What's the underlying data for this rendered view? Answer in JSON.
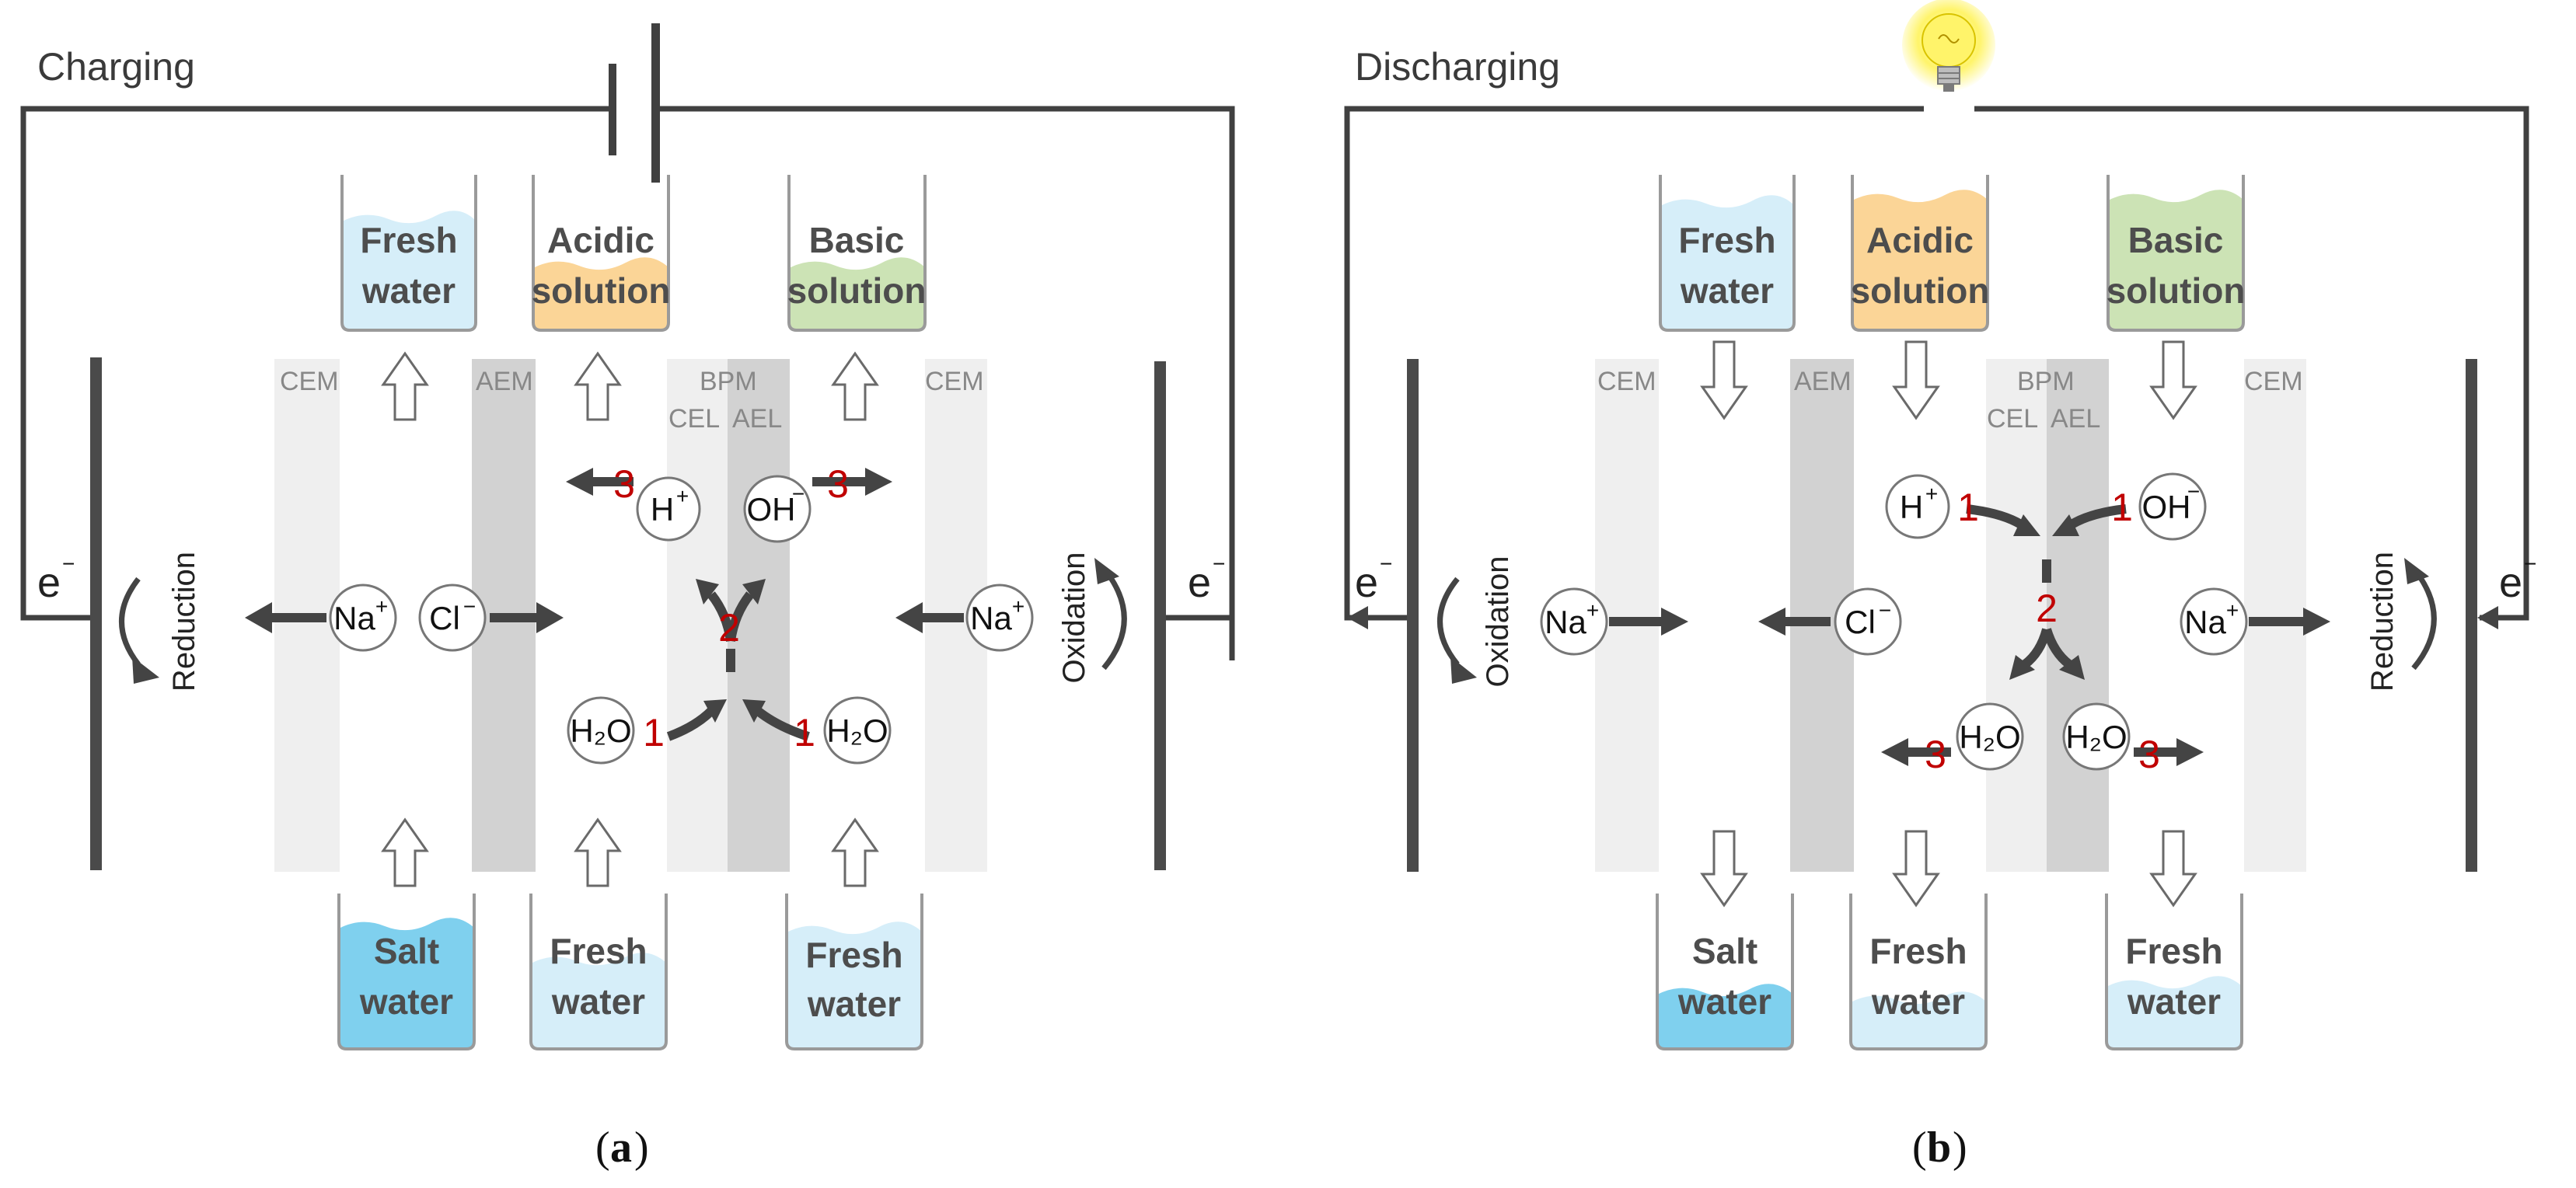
{
  "panel_a": {
    "heading": "Charging",
    "caption_open": "(",
    "caption_letter": "a",
    "caption_close": ")",
    "beakers_top": [
      {
        "line1": "Fresh",
        "line2": "water",
        "color": "#d6eef9"
      },
      {
        "line1": "Acidic",
        "line2": "solution",
        "color": "#fbd597"
      },
      {
        "line1": "Basic",
        "line2": "solution",
        "color": "#cce3b5"
      }
    ],
    "beakers_bottom": [
      {
        "line1": "Salt",
        "line2": "water",
        "color": "#7fd0ee"
      },
      {
        "line1": "Fresh",
        "line2": "water",
        "color": "#d6eef9"
      },
      {
        "line1": "Fresh",
        "line2": "water",
        "color": "#d6eef9"
      }
    ],
    "membranes": {
      "cem1": "CEM",
      "aem": "AEM",
      "bpm": "BPM",
      "cel": "CEL",
      "ael": "AEL",
      "cem2": "CEM"
    },
    "ions": {
      "na_left": "Na",
      "na_left_sup": "+",
      "cl": "Cl",
      "cl_sup": "−",
      "h": "H",
      "h_sup": "+",
      "oh": "OH",
      "oh_sup": "−",
      "h2o_left": "H₂O",
      "h2o_right": "H₂O",
      "na_right": "Na",
      "na_right_sup": "+"
    },
    "steps": {
      "s1_left": "1",
      "s1_right": "1",
      "s2": "2",
      "s3_left": "3",
      "s3_right": "3"
    },
    "left_label": "Reduction",
    "right_label": "Oxidation",
    "electron_left": "e",
    "electron_right": "e",
    "electron_sup": "−"
  },
  "panel_b": {
    "heading": "Discharging",
    "caption_open": "(",
    "caption_letter": "b",
    "caption_close": ")",
    "beakers_top": [
      {
        "line1": "Fresh",
        "line2": "water",
        "color": "#d6eef9"
      },
      {
        "line1": "Acidic",
        "line2": "solution",
        "color": "#fbd597"
      },
      {
        "line1": "Basic",
        "line2": "solution",
        "color": "#cce3b5"
      }
    ],
    "beakers_bottom": [
      {
        "line1": "Salt",
        "line2": "water",
        "color": "#7fd0ee"
      },
      {
        "line1": "Fresh",
        "line2": "water",
        "color": "#d6eef9"
      },
      {
        "line1": "Fresh",
        "line2": "water",
        "color": "#d6eef9"
      }
    ],
    "membranes": {
      "cem1": "CEM",
      "aem": "AEM",
      "bpm": "BPM",
      "cel": "CEL",
      "ael": "AEL",
      "cem2": "CEM"
    },
    "ions": {
      "h": "H",
      "h_sup": "+",
      "oh": "OH",
      "oh_sup": "−",
      "na_left": "Na",
      "na_left_sup": "+",
      "cl": "Cl",
      "cl_sup": "−",
      "na_right": "Na",
      "na_right_sup": "+",
      "h2o_left": "H₂O",
      "h2o_right": "H₂O"
    },
    "steps": {
      "s1_left": "1",
      "s1_right": "1",
      "s2": "2",
      "s3_left": "3",
      "s3_right": "3"
    },
    "left_label": "Oxidation",
    "right_label": "Reduction",
    "electron_left": "e",
    "electron_right": "e",
    "electron_sup": "−"
  },
  "colors": {
    "membrane_light": "#efefef",
    "membrane_dark": "#d2d2d2",
    "step_number": "#c00000",
    "bulb_glow": "#fff6a0"
  },
  "icons": {
    "battery": "battery-icon",
    "bulb": "light-bulb-icon"
  }
}
